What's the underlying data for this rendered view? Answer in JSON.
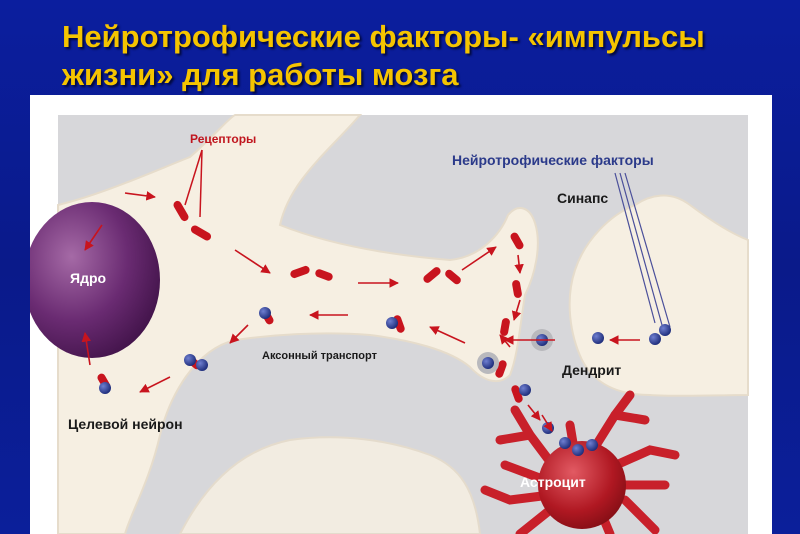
{
  "slide": {
    "title": "Нейротрофические факторы- «импульсы жизни» для работы мозга"
  },
  "diagram": {
    "labels": {
      "receptors": "Рецепторы",
      "neurotrophic_factors": "Нейротрофические факторы",
      "synapse": "Синапс",
      "nucleus": "Ядро",
      "axonal_transport": "Аксонный транспорт",
      "dendrite": "Дендрит",
      "target_neuron": "Целевой нейрон",
      "astrocyte": "Астроцит"
    },
    "colors": {
      "title": "#f5c400",
      "background": "#0a1a8c",
      "neuron_fill": "#f6efe2",
      "tissue_gray": "#d9d9db",
      "receptor_red": "#c8141e",
      "factor_blue": "#2a3d8f",
      "nucleus_purple": "#5e2468",
      "astrocyte_red": "#d0222a",
      "receptor_label": "#c0151e",
      "factor_label": "#2b3a8a"
    }
  }
}
